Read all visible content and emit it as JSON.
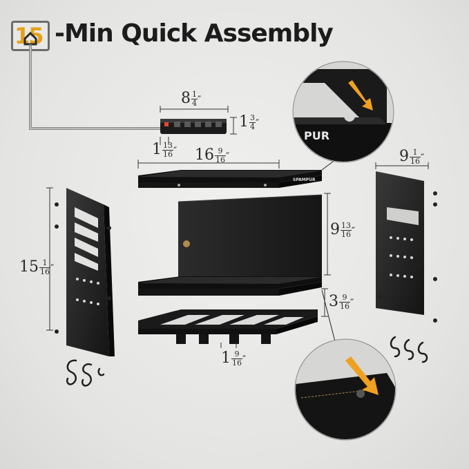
{
  "header": {
    "badge_number": "15",
    "title": "-Min Quick Assembly"
  },
  "brand": {
    "logo_text": "SPAMPUR",
    "callout_logo_text": "PUR"
  },
  "dimensions": {
    "strip_width": {
      "whole": "8",
      "num": "1",
      "den": "4",
      "unit": "″"
    },
    "strip_height": {
      "whole": "1",
      "num": "3",
      "den": "4",
      "unit": "″"
    },
    "strip_depth": {
      "whole": "1",
      "num": "13",
      "den": "16",
      "unit": "″"
    },
    "shelf_width": {
      "whole": "16",
      "num": "9",
      "den": "16",
      "unit": "″"
    },
    "door_height": {
      "whole": "9",
      "num": "13",
      "den": "16",
      "unit": "″"
    },
    "bottom_height": {
      "whole": "3",
      "num": "9",
      "den": "16",
      "unit": "″"
    },
    "slot_width": {
      "whole": "1",
      "num": "9",
      "den": "16",
      "unit": "″"
    },
    "left_panel_height": {
      "whole": "15",
      "num": "1",
      "den": "16",
      "unit": "″"
    },
    "right_panel_width": {
      "whole": "9",
      "num": "1",
      "den": "16",
      "unit": "″"
    }
  },
  "colors": {
    "accent": "#f0a020",
    "metal": "#1e1e1e",
    "background": "#e8e8e6"
  },
  "icons": [
    "house-icon",
    "arrow-down-right-icon",
    "s-hook-icon"
  ]
}
